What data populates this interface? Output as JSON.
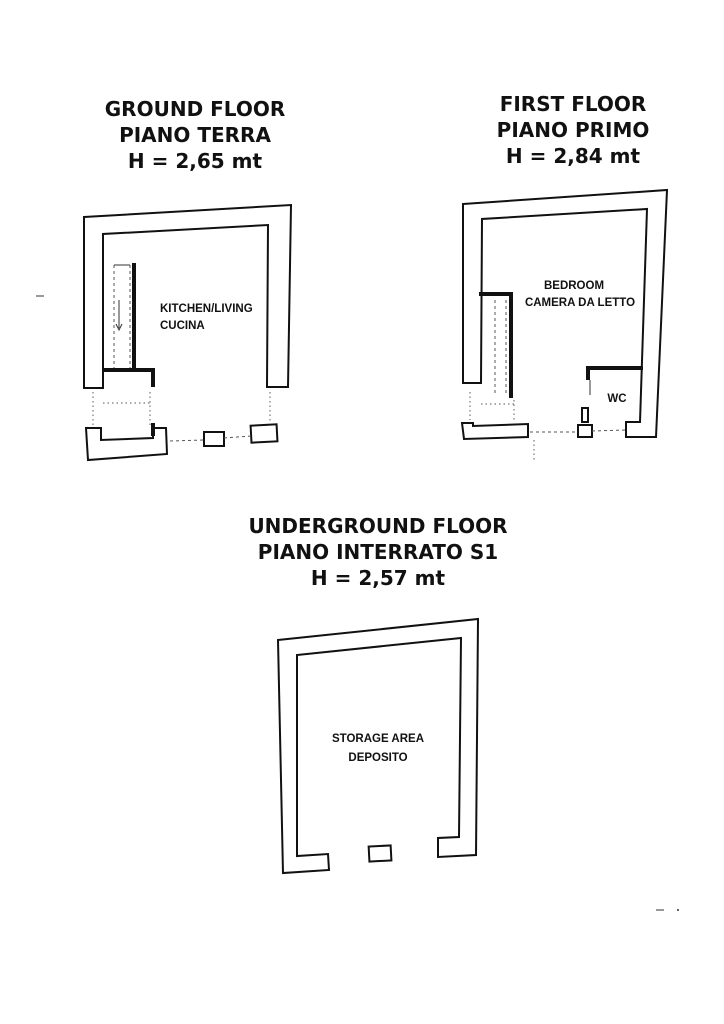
{
  "floors": {
    "ground": {
      "name_en": "GROUND FLOOR",
      "name_it": "PIANO TERRA",
      "height": "H = 2,65 mt",
      "rooms": [
        {
          "label_en": "KITCHEN/LIVING",
          "label_it": "CUCINA"
        }
      ]
    },
    "first": {
      "name_en": "FIRST FLOOR",
      "name_it": "PIANO PRIMO",
      "height": "H = 2,84 mt",
      "rooms": [
        {
          "label_en": "BEDROOM",
          "label_it": "CAMERA DA LETTO"
        },
        {
          "label_en": "WC"
        }
      ]
    },
    "underground": {
      "name_en": "UNDERGROUND FLOOR",
      "name_it": "PIANO INTERRATO S1",
      "height": "H = 2,57 mt",
      "rooms": [
        {
          "label_en": "STORAGE AREA",
          "label_it": "DEPOSITO"
        }
      ]
    }
  },
  "colors": {
    "wall": "#111111",
    "background": "#ffffff"
  }
}
